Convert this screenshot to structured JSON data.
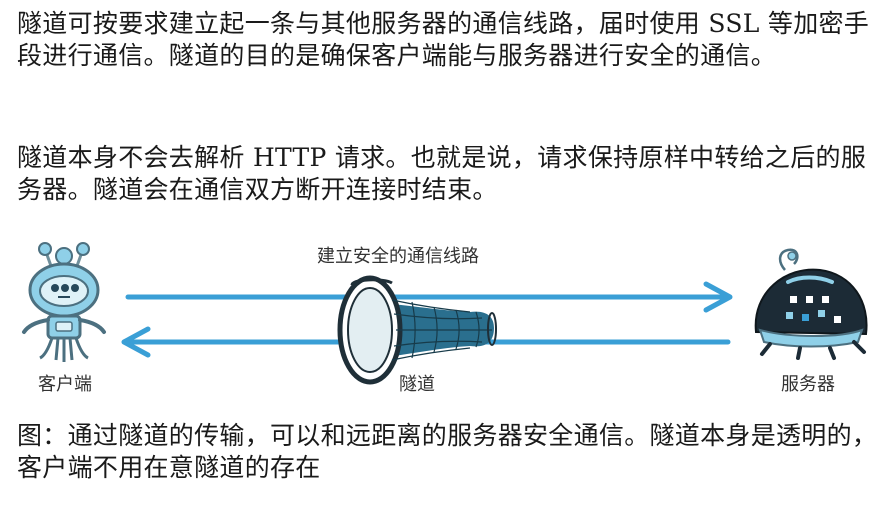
{
  "text": {
    "paragraph1": "隧道可按要求建立起一条与其他服务器的通信线路，届时使用 SSL 等加密手段进行通信。隧道的目的是确保客户端能与服务器进行安全的通信。",
    "paragraph2": "隧道本身不会去解析 HTTP 请求。也就是说，请求保持原样中转给之后的服务器。隧道会在通信双方断开连接时结束。",
    "caption": "图：通过隧道的传输，可以和远距离的服务器安全通信。隧道本身是透明的，客户端不用在意隧道的存在"
  },
  "diagram": {
    "route_label": "建立安全的通信线路",
    "client_label": "客户端",
    "tunnel_label": "隧道",
    "server_label": "服务器",
    "colors": {
      "arrow": "#3a9fd6",
      "tunnel": "#2a6f8e",
      "client_body": "#8fd0e8",
      "server_shell": "#1c2b36"
    },
    "icons": [
      "client-robot-icon",
      "tunnel-icon",
      "server-robot-icon",
      "arrow-right-icon",
      "arrow-left-icon"
    ]
  }
}
